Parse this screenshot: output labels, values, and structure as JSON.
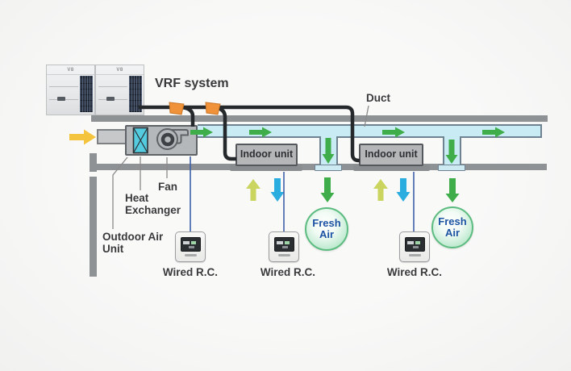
{
  "colors": {
    "slab_gray": "#8f9294",
    "duct_fill": "#c9ebf4",
    "duct_border": "#6e8292",
    "unit_gray": "#b5b8ba",
    "unit_border": "#5f6367",
    "pipe_black": "#26292c",
    "connector_orange": "#ef9239",
    "hx_cyan": "#55cbdf",
    "flow_green": "#3fae4a",
    "return_air_yellow_green": "#c9d55f",
    "supply_air_blue": "#2bade0",
    "intake_yellow": "#f5c43e",
    "wire_blue": "#3d5fa8",
    "fresh_air_green": "#5cbc80",
    "fresh_air_text_blue": "#1c53a3",
    "label_text": "#3a3a3c",
    "leader_gray": "#8a8a8a"
  },
  "labels": {
    "vrf_system": "VRF system",
    "duct": "Duct",
    "fan": "Fan",
    "heat_exchanger_line1": "Heat",
    "heat_exchanger_line2": "Exchanger",
    "outdoor_air_unit_line1": "Outdoor Air",
    "outdoor_air_unit_line2": "Unit"
  },
  "outdoor_units": [
    {
      "logo": "V8"
    },
    {
      "logo": "V8"
    }
  ],
  "indoor_units": [
    {
      "label": "Indoor unit"
    },
    {
      "label": "Indoor unit"
    }
  ],
  "remote_controllers": [
    {
      "label": "Wired R.C."
    },
    {
      "label": "Wired R.C."
    },
    {
      "label": "Wired R.C."
    }
  ],
  "fresh_air_outlets": [
    {
      "line1": "Fresh",
      "line2": "Air"
    },
    {
      "line1": "Fresh",
      "line2": "Air"
    }
  ]
}
